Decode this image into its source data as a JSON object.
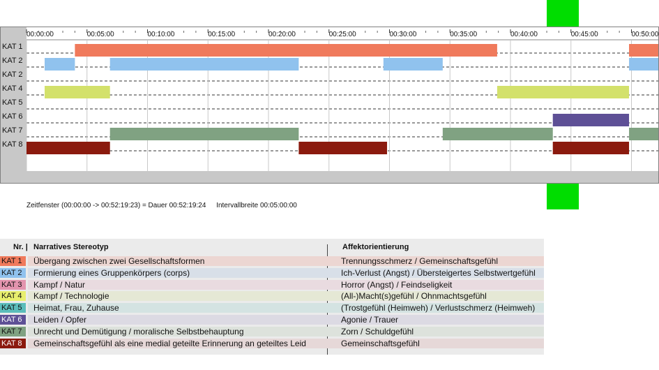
{
  "chart_data": {
    "type": "gantt",
    "x_unit": "hh:mm:ss",
    "x_range": [
      "00:00:00",
      "00:51:00"
    ],
    "tick_labels": [
      "00:00:00",
      "00:05:00",
      "00:10:00",
      "00:15:00",
      "00:20:00",
      "00:25:00",
      "00:30:00",
      "00:35:00",
      "00:40:00",
      "00:45:00",
      "00:50:00"
    ],
    "ticks_min": [
      0,
      5,
      10,
      15,
      20,
      25,
      30,
      35,
      40,
      45,
      50
    ],
    "row_labels": [
      "KAT 1",
      "KAT 2",
      "KAT 2",
      "KAT 4",
      "KAT 5",
      "KAT 6",
      "KAT 7",
      "KAT 8"
    ],
    "bars": [
      {
        "row": 0,
        "start": 4.0,
        "end": 38.9,
        "color": "#f07a5c"
      },
      {
        "row": 0,
        "start": 49.8,
        "end": 52.3,
        "color": "#f07a5c"
      },
      {
        "row": 1,
        "start": 1.5,
        "end": 4.0,
        "color": "#90c2ee"
      },
      {
        "row": 1,
        "start": 6.9,
        "end": 22.5,
        "color": "#90c2ee"
      },
      {
        "row": 1,
        "start": 29.5,
        "end": 34.4,
        "color": "#90c2ee"
      },
      {
        "row": 1,
        "start": 49.8,
        "end": 52.3,
        "color": "#90c2ee"
      },
      {
        "row": 3,
        "start": 1.5,
        "end": 6.9,
        "color": "#d3e16b"
      },
      {
        "row": 3,
        "start": 38.9,
        "end": 49.8,
        "color": "#d3e16b"
      },
      {
        "row": 5,
        "start": 43.5,
        "end": 49.8,
        "color": "#5e5096"
      },
      {
        "row": 6,
        "start": 6.9,
        "end": 22.5,
        "color": "#80a282"
      },
      {
        "row": 6,
        "start": 34.4,
        "end": 43.5,
        "color": "#80a282"
      },
      {
        "row": 6,
        "start": 49.8,
        "end": 52.3,
        "color": "#80a282"
      },
      {
        "row": 7,
        "start": 0.0,
        "end": 6.9,
        "color": "#8b1a0e"
      },
      {
        "row": 7,
        "start": 22.5,
        "end": 29.8,
        "color": "#8b1a0e"
      },
      {
        "row": 7,
        "start": 43.5,
        "end": 49.8,
        "color": "#8b1a0e"
      }
    ],
    "grid": true,
    "status": {
      "window": "Zeitfenster (00:00:00 -> 00:52:19:23) = Dauer 00:52:19:24",
      "interval": "Intervallbreite 00:05:00:00"
    }
  },
  "marker": {
    "time_min": 46.0,
    "color": "#00dd00"
  },
  "legend": {
    "header_nr": "Nr. |",
    "header_stereotype": "Narratives Stereotyp",
    "header_affect": "Affektorientierung",
    "rows": [
      {
        "nr": "KAT 1",
        "stereotype": "Übergang zwischen zwei Gesellschaftsformen",
        "affect": "Trennungsschmerz / Gemeinschaftsgefühl",
        "color": "#f07a5c",
        "band": "#ecd6d2",
        "text": "#111111"
      },
      {
        "nr": "KAT 2",
        "stereotype": "Formierung eines Gruppenkörpers (corps)",
        "affect": "Ich-Verlust (Angst) / Übersteigertes Selbstwertgefühl",
        "color": "#90c2ee",
        "band": "#d8dfe8",
        "text": "#111111"
      },
      {
        "nr": "KAT 3",
        "stereotype": "Kampf / Natur",
        "affect": "Horror (Angst) / Feindseligkeit",
        "color": "#e394ae",
        "band": "#e9dbe0",
        "text": "#111111"
      },
      {
        "nr": "KAT 4",
        "stereotype": "Kampf / Technologie",
        "affect": "(All-)Macht(s)gefühl / Ohnmachtsgefühl",
        "color": "#e8ef6e",
        "band": "#e5e8d5",
        "text": "#111111"
      },
      {
        "nr": "KAT 5",
        "stereotype": "Heimat, Frau, Zuhause",
        "affect": "(Trostgefühl (Heimweh) / Verlustschmerz (Heimweh)",
        "color": "#5bbdbb",
        "band": "#d4e3e2",
        "text": "#111111"
      },
      {
        "nr": "KAT 6",
        "stereotype": "Leiden / Opfer",
        "affect": "Agonie / Trauer",
        "color": "#5e5096",
        "band": "#dcdae3",
        "text": "#ffffff"
      },
      {
        "nr": "KAT 7",
        "stereotype": "Unrecht und Demütigung / moralische Selbstbehauptung",
        "affect": "Zorn / Schuldgefühl",
        "color": "#80a282",
        "band": "#dde2dc",
        "text": "#111111"
      },
      {
        "nr": "KAT 8",
        "stereotype": "Gemeinschaftsgefühl als eine medial geteilte Erinnerung an geteiltes Leid",
        "affect": "Gemeinschaftsgefühl",
        "color": "#8b1a0e",
        "band": "#e6d8d8",
        "text": "#ffffff"
      }
    ]
  }
}
